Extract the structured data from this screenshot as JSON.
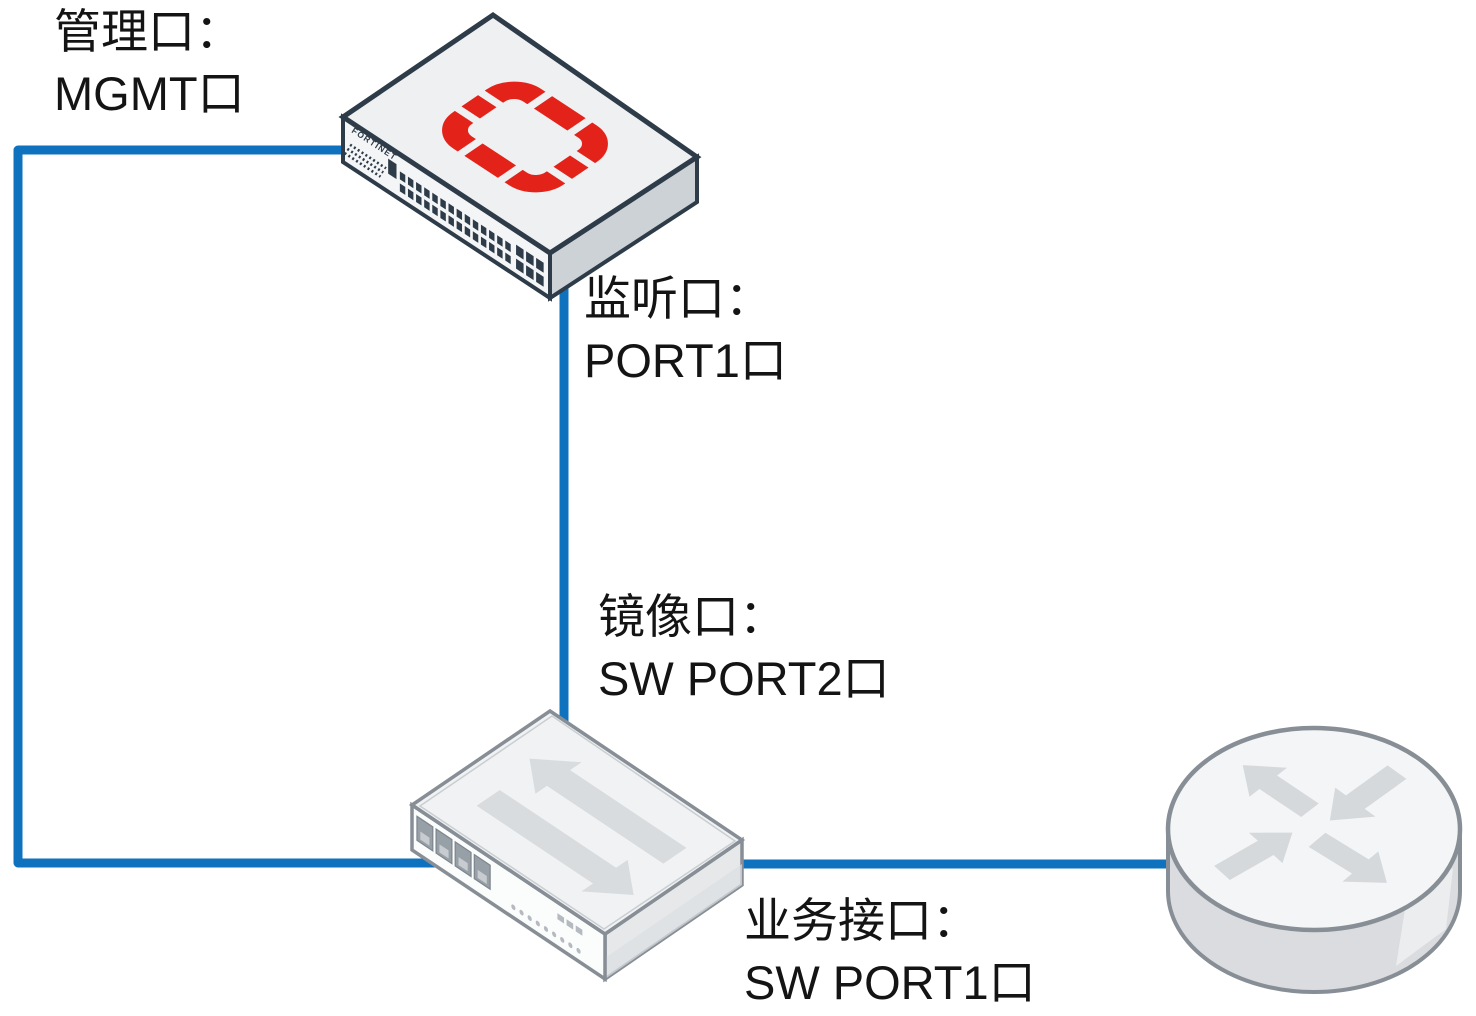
{
  "labels": {
    "mgmt": {
      "line1": "管理口：",
      "line2": "MGMT口"
    },
    "listen": {
      "line1": "监听口：",
      "line2": "PORT1口"
    },
    "mirror": {
      "line1": "镜像口：",
      "line2": "SW PORT2口"
    },
    "service": {
      "line1": "业务接口：",
      "line2": "SW PORT1口"
    }
  },
  "devices": {
    "firewall": {
      "type": "fortinet-appliance",
      "brand": "FORTINET"
    },
    "switch": {
      "type": "ethernet-switch"
    },
    "router": {
      "type": "router"
    }
  },
  "connections": [
    {
      "from": "firewall MGMT口",
      "to": "switch",
      "label": "管理口：MGMT口"
    },
    {
      "from": "firewall PORT1口",
      "to": "switch SW PORT2口",
      "label": "监听口：PORT1口 / 镜像口：SW PORT2口"
    },
    {
      "from": "switch SW PORT1口",
      "to": "router",
      "label": "业务接口：SW PORT1口"
    }
  ],
  "colors": {
    "link_blue": "#0F72BE",
    "fortinet_red": "#E3231A",
    "outline_dark": "#2E3C49",
    "outline_gray": "#878E96",
    "text": "#141414"
  }
}
